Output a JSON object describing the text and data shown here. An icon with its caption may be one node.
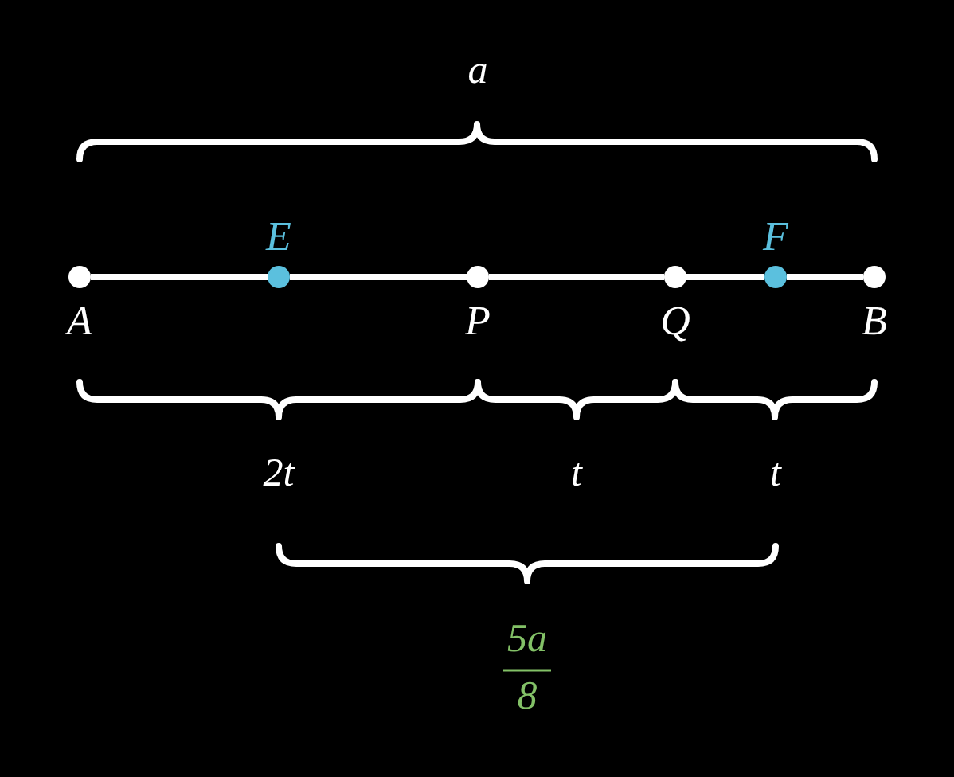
{
  "diagram": {
    "nodes": [
      {
        "text": [
          "A"
        ]
      },
      {
        "text": [
          "E"
        ]
      },
      {
        "text": [
          "P"
        ]
      },
      {
        "text": [
          "Q"
        ]
      },
      {
        "text": [
          "F"
        ]
      },
      {
        "text": [
          "B"
        ]
      }
    ],
    "edges": [
      {
        "from": 0,
        "to": 1,
        "arrow": "none"
      },
      {
        "from": 1,
        "to": 2,
        "arrow": "none"
      },
      {
        "from": 2,
        "to": 3,
        "arrow": "none"
      },
      {
        "from": 3,
        "to": 4,
        "arrow": "none"
      },
      {
        "from": 4,
        "to": 5,
        "arrow": "none"
      }
    ],
    "labels": [
      "a",
      "2t",
      "t",
      "t",
      "5a",
      "8"
    ]
  }
}
